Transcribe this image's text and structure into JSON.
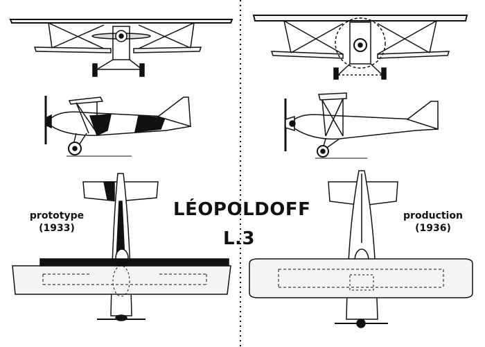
{
  "title": {
    "name": "LÉOPOLDOFF",
    "model": "L.3"
  },
  "variants": [
    {
      "name": "prototype",
      "year": "(1933)"
    },
    {
      "name": "production",
      "year": "(1936)"
    }
  ],
  "colors": {
    "ink": "#111111",
    "paper": "#ffffff",
    "wing_fill": "#f4f4f4"
  }
}
